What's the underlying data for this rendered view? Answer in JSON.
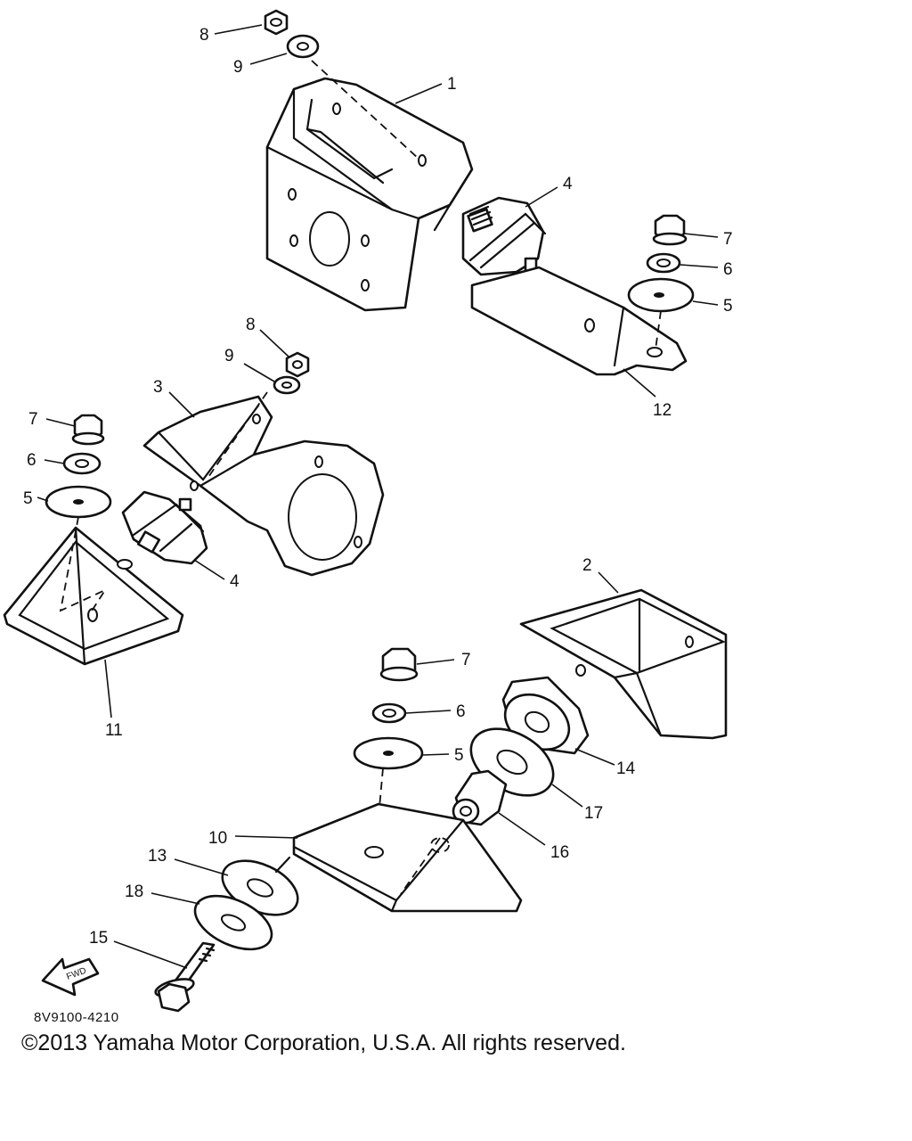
{
  "diagram": {
    "callouts": [
      {
        "label": "8"
      },
      {
        "label": "9"
      },
      {
        "label": "1"
      },
      {
        "label": "4"
      },
      {
        "label": "7"
      },
      {
        "label": "6"
      },
      {
        "label": "5"
      },
      {
        "label": "12"
      },
      {
        "label": "8"
      },
      {
        "label": "9"
      },
      {
        "label": "3"
      },
      {
        "label": "7"
      },
      {
        "label": "6"
      },
      {
        "label": "5"
      },
      {
        "label": "4"
      },
      {
        "label": "11"
      },
      {
        "label": "2"
      },
      {
        "label": "7"
      },
      {
        "label": "6"
      },
      {
        "label": "5"
      },
      {
        "label": "14"
      },
      {
        "label": "17"
      },
      {
        "label": "16"
      },
      {
        "label": "10"
      },
      {
        "label": "13"
      },
      {
        "label": "18"
      },
      {
        "label": "15"
      }
    ],
    "fwd_label": "FWD"
  },
  "footer": {
    "diagram_code": "8V9100-4210",
    "copyright": "©2013 Yamaha Motor Corporation, U.S.A. All rights reserved."
  }
}
